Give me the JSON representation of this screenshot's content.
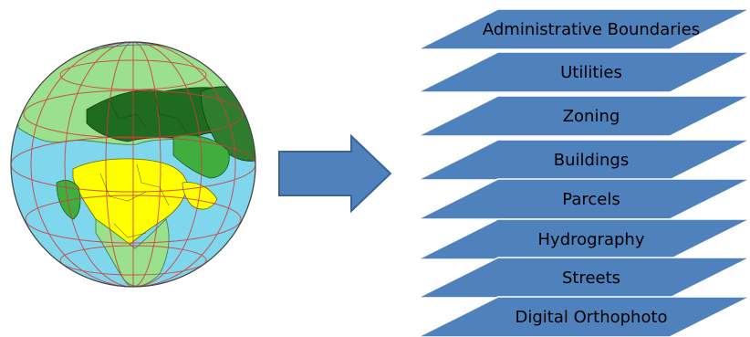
{
  "diagram": {
    "layers": [
      {
        "id": "administrative-boundaries",
        "label": "Administrative Boundaries"
      },
      {
        "id": "utilities",
        "label": "Utilities"
      },
      {
        "id": "zoning",
        "label": "Zoning"
      },
      {
        "id": "buildings",
        "label": "Buildings"
      },
      {
        "id": "parcels",
        "label": "Parcels"
      },
      {
        "id": "hydrography",
        "label": "Hydrography"
      },
      {
        "id": "streets",
        "label": "Streets"
      },
      {
        "id": "digital-orthophoto",
        "label": "Digital Orthophoto"
      }
    ],
    "colors": {
      "layer_fill": "#4f81bd",
      "layer_stroke": "#ffffff",
      "arrow_fill": "#4f81bd",
      "arrow_stroke": "#3a6496",
      "ocean": "#7fd7ee",
      "land_light": "#9be08c",
      "land_mid": "#3fae3f",
      "land_dark": "#1f6b1f",
      "highlight_land": "#ffff00",
      "graticule": "#d43a3a"
    },
    "globe": {
      "name": "globe-icon"
    },
    "arrow": {
      "name": "right-arrow-icon"
    }
  }
}
